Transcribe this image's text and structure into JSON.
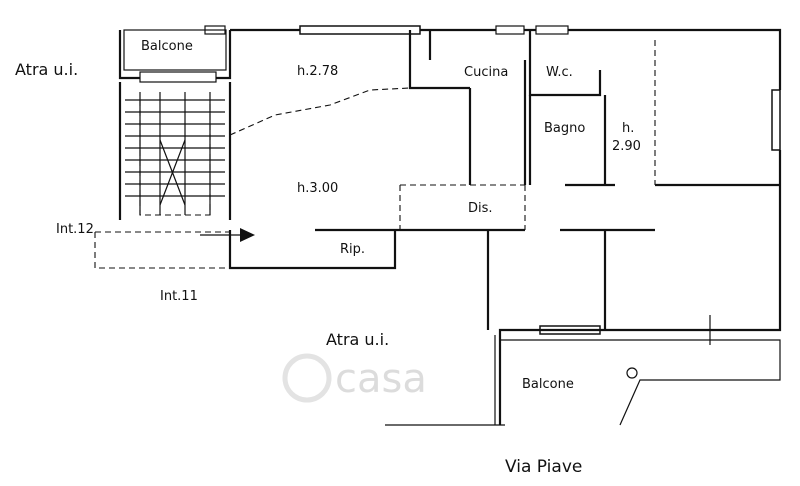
{
  "labels": {
    "atra_ui_left": "Atra u.i.",
    "atra_ui_bottom": "Atra u.i.",
    "balcone_top": "Balcone",
    "balcone_bottom": "Balcone",
    "cucina": "Cucina",
    "wc": "W.c.",
    "bagno": "Bagno",
    "height_278": "h.2.78",
    "height_300": "h.3.00",
    "height_h": "h.",
    "height_290": "2.90",
    "dis": "Dis.",
    "rip": "Rip.",
    "int12": "Int.12",
    "int11": "Int.11",
    "street": "Via Piave"
  },
  "watermark": "casa"
}
